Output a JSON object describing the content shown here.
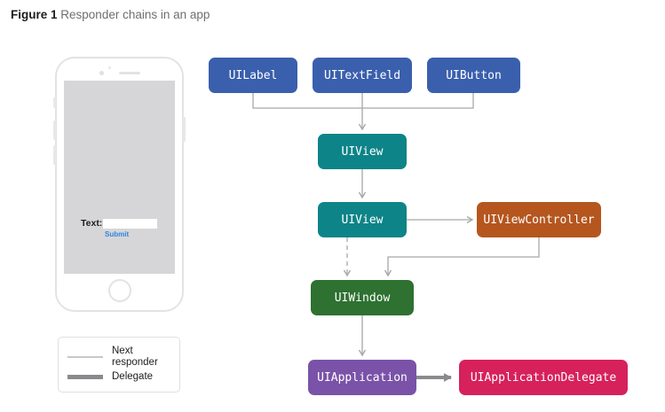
{
  "caption": {
    "figure_number": "Figure 1",
    "text": "Responder chains in an app"
  },
  "phone_mock": {
    "field_label": "Text:",
    "field_value": "",
    "submit_label": "Submit",
    "submit_color": "#2e86de",
    "screen_color": "#d6d6d8",
    "icons": [
      "camera-dot-icon",
      "speaker-slot-icon",
      "home-button-icon"
    ]
  },
  "legend": {
    "items": [
      {
        "label": "Next\nresponder",
        "label_line1": "Next",
        "label_line2": "responder",
        "style": "thin-line",
        "color": "#c8c8ca"
      },
      {
        "label": "Delegate",
        "label_line1": "Delegate",
        "label_line2": "",
        "style": "thick-line",
        "color": "#8a8a8e"
      }
    ]
  },
  "diagram": {
    "nodes": [
      {
        "id": "uilabel",
        "label": "UILabel",
        "color": "#3a5fad"
      },
      {
        "id": "uitextfield",
        "label": "UITextField",
        "color": "#3a5fad"
      },
      {
        "id": "uibutton",
        "label": "UIButton",
        "color": "#3a5fad"
      },
      {
        "id": "uiview1",
        "label": "UIView",
        "color": "#0d8488"
      },
      {
        "id": "uiview2",
        "label": "UIView",
        "color": "#0d8488"
      },
      {
        "id": "uiviewcontroller",
        "label": "UIViewController",
        "color": "#b5561f"
      },
      {
        "id": "uiwindow",
        "label": "UIWindow",
        "color": "#2e7131"
      },
      {
        "id": "uiapplication",
        "label": "UIApplication",
        "color": "#7a52a8"
      },
      {
        "id": "uiappdelegate",
        "label": "UIApplicationDelegate",
        "color": "#d6215c"
      }
    ],
    "edges": [
      {
        "from": "uilabel",
        "to": "uiview1",
        "kind": "next-responder",
        "style": "solid"
      },
      {
        "from": "uitextfield",
        "to": "uiview1",
        "kind": "next-responder",
        "style": "solid"
      },
      {
        "from": "uibutton",
        "to": "uiview1",
        "kind": "next-responder",
        "style": "solid"
      },
      {
        "from": "uiview1",
        "to": "uiview2",
        "kind": "next-responder",
        "style": "solid"
      },
      {
        "from": "uiview2",
        "to": "uiviewcontroller",
        "kind": "next-responder",
        "style": "solid"
      },
      {
        "from": "uiview2",
        "to": "uiwindow",
        "kind": "next-responder",
        "style": "dashed"
      },
      {
        "from": "uiviewcontroller",
        "to": "uiwindow",
        "kind": "next-responder",
        "style": "solid"
      },
      {
        "from": "uiwindow",
        "to": "uiapplication",
        "kind": "next-responder",
        "style": "solid"
      },
      {
        "from": "uiapplication",
        "to": "uiappdelegate",
        "kind": "delegate",
        "style": "solid"
      }
    ],
    "wire_color": "#a8a8aa",
    "delegate_wire_color": "#8a8a8e"
  }
}
